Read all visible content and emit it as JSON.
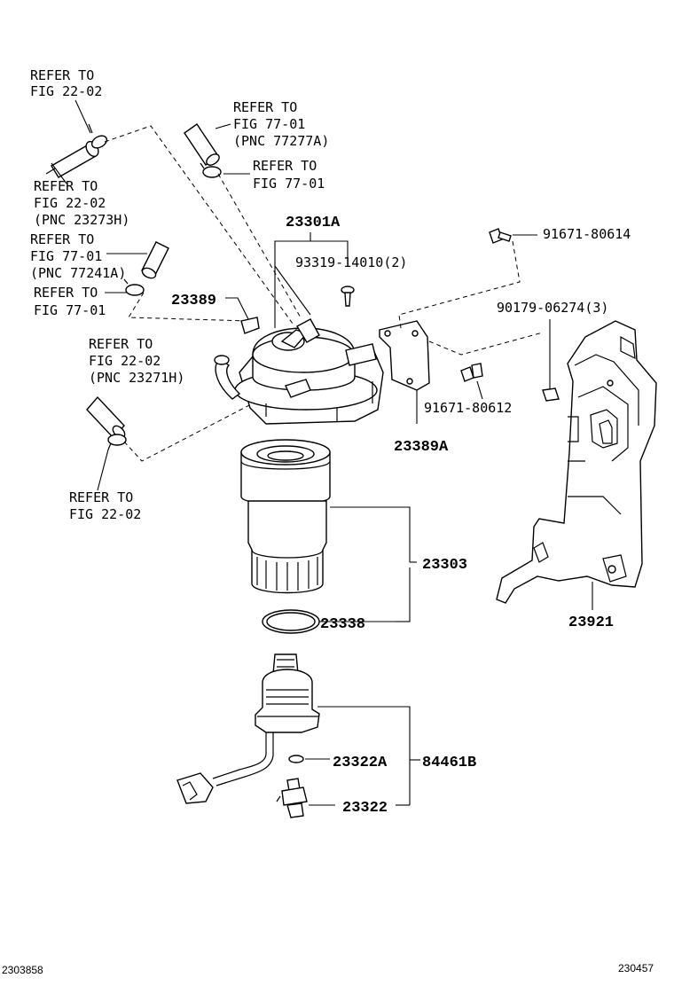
{
  "refs": [
    {
      "l1": "REFER TO",
      "l2": "FIG 22-02",
      "l3": ""
    },
    {
      "l1": "REFER TO",
      "l2": "FIG 77-01",
      "l3": "(PNC 77277A)"
    },
    {
      "l1": "REFER TO",
      "l2": "FIG 77-01",
      "l3": ""
    },
    {
      "l1": "REFER TO",
      "l2": "FIG 22-02",
      "l3": "(PNC 23273H)"
    },
    {
      "l1": "REFER TO",
      "l2": "FIG 77-01",
      "l3": "(PNC 77241A)"
    },
    {
      "l1": "REFER TO",
      "l2": "FIG 77-01",
      "l3": ""
    },
    {
      "l1": "REFER TO",
      "l2": "FIG 22-02",
      "l3": "(PNC 23271H)"
    },
    {
      "l1": "REFER TO",
      "l2": "FIG 22-02",
      "l3": ""
    }
  ],
  "parts": {
    "p23301A": "23301A",
    "p93319": "93319-14010(2)",
    "p23389": "23389",
    "p91671_80614": "91671-80614",
    "p90179": "90179-06274(3)",
    "p91671_80612": "91671-80612",
    "p23389A": "23389A",
    "p23303": "23303",
    "p23338": "23338",
    "p23921": "23921",
    "p23322A": "23322A",
    "p84461B": "84461B",
    "p23322": "23322"
  },
  "footer": {
    "left": "2303858",
    "right": "230457"
  }
}
